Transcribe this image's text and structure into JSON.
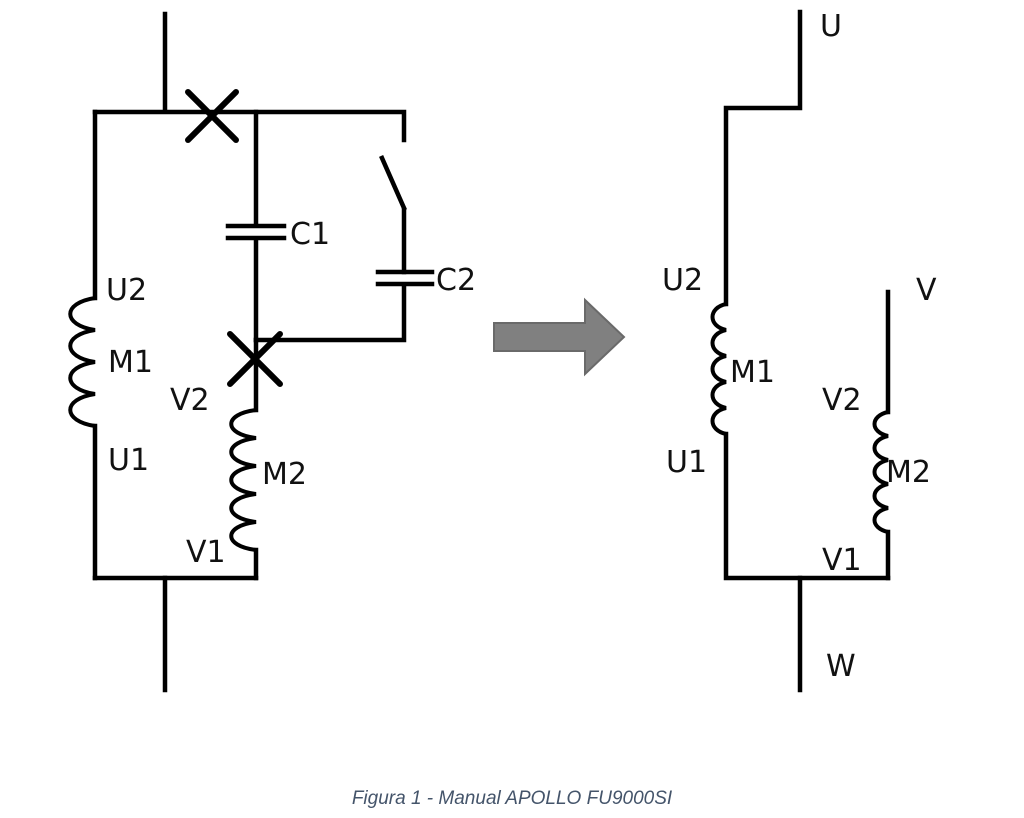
{
  "left_circuit": {
    "labels": {
      "u2": "U2",
      "m1": "M1",
      "u1": "U1",
      "v2": "V2",
      "m2": "M2",
      "v1": "V1",
      "c1": "C1",
      "c2": "C2"
    }
  },
  "right_circuit": {
    "labels": {
      "u": "U",
      "v": "V",
      "w": "W",
      "u2": "U2",
      "m1": "M1",
      "u1": "U1",
      "v2": "V2",
      "m2": "M2",
      "v1": "V1"
    }
  },
  "arrow_color": "#808080",
  "caption": "Figura 1 - Manual APOLLO FU9000SI"
}
